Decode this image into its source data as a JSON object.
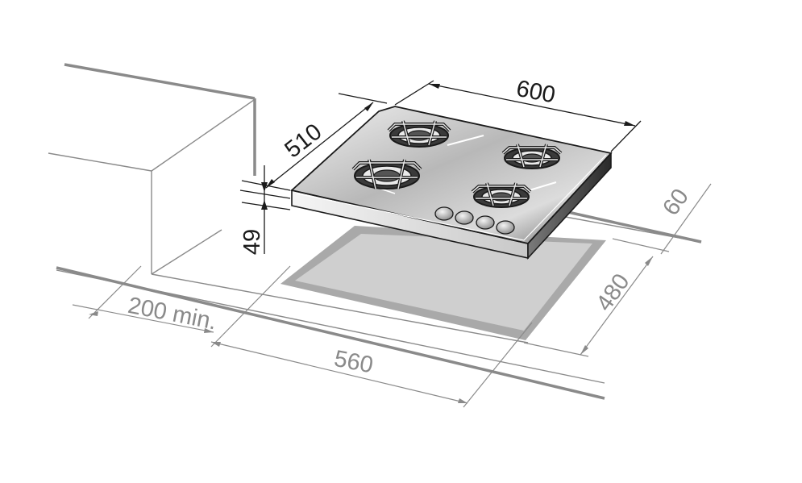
{
  "dimensions": {
    "hob_width": "600",
    "hob_depth": "510",
    "hob_height": "49",
    "cutout_width": "560",
    "cutout_depth": "480",
    "rear_clearance": "60",
    "side_clearance": "200 min."
  },
  "colors": {
    "line_dark": "#1a1a1a",
    "line_grey": "#8a8a8a",
    "cutout_grey": "#a9a9a9",
    "glass_light": "#e6e6e6",
    "glass_dark": "#505050"
  },
  "burners": [
    "rear-left",
    "front-left",
    "rear-right",
    "front-right"
  ],
  "knob_count": 4
}
